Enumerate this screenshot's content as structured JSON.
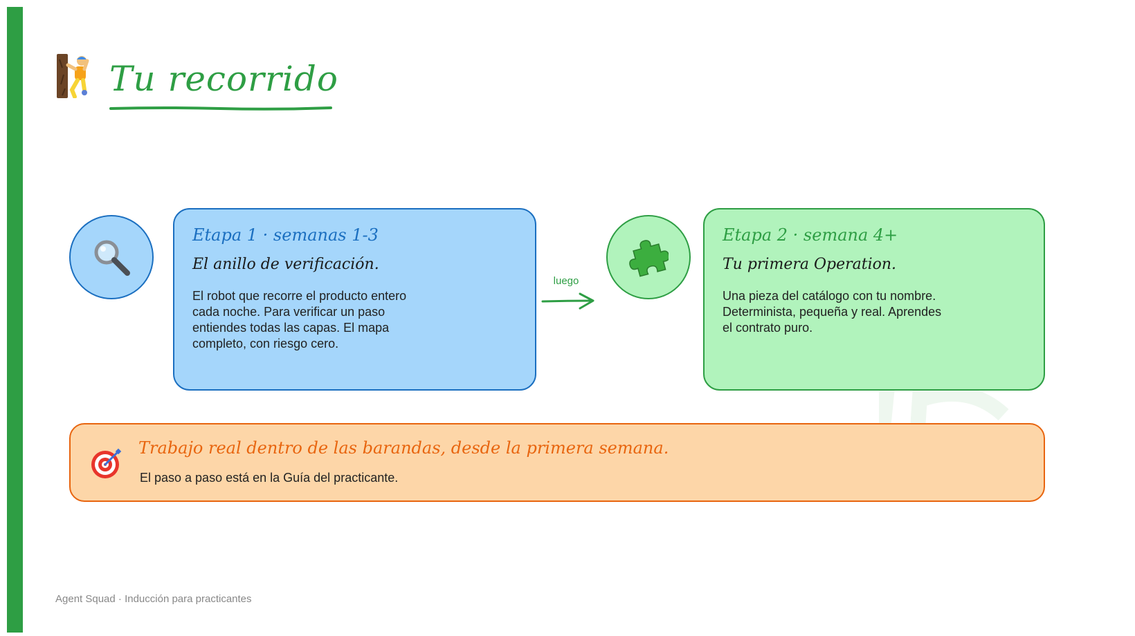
{
  "slide": {
    "title": "Tu recorrido",
    "title_icon": "person-climbing-icon",
    "accent_color": "#2e9e44"
  },
  "stages": [
    {
      "kicker": "Etapa 1 · semanas 1-3",
      "heading": "El anillo de verificación.",
      "body": "El robot que recorre el producto entero cada noche. Para verificar un paso entiendes todas las capas. El mapa completo, con riesgo cero.",
      "icon": "magnifying-glass-icon",
      "fill_color": "#a5d6fb",
      "border_color": "#1b6fc0"
    },
    {
      "kicker": "Etapa 2 · semana 4+",
      "heading": "Tu primera Operation.",
      "body": "Una pieza del catálogo con tu nombre. Determinista, pequeña y real. Aprendes el contrato puro.",
      "icon": "puzzle-piece-icon",
      "fill_color": "#b1f3bc",
      "border_color": "#2e9e44"
    }
  ],
  "connector": {
    "label": "luego"
  },
  "callout": {
    "icon": "target-icon",
    "title": "Trabajo real dentro de las barandas, desde la primera semana.",
    "text": "El paso a paso está en la Guía del practicante.",
    "fill_color": "#fdd6a8",
    "border_color": "#e8650f"
  },
  "footer": {
    "text": "Agent Squad · Inducción para practicantes"
  }
}
